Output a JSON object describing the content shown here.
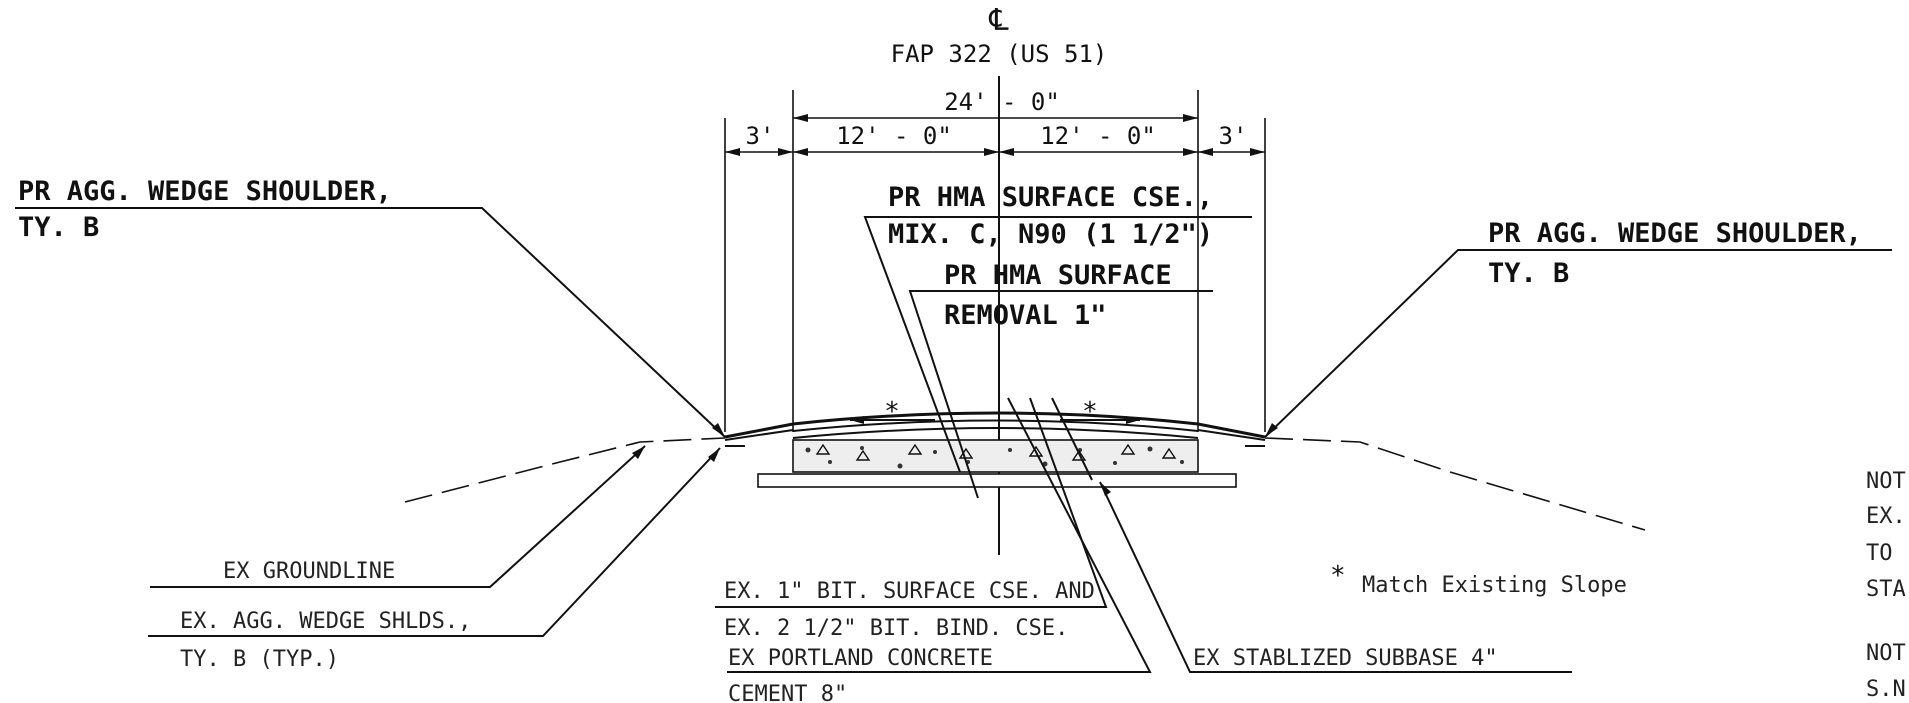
{
  "centerline": {
    "symbol": "℄",
    "route": "FAP 322 (US 51)"
  },
  "dimensions": {
    "total": "24' - 0\"",
    "left_shoulder": "3'",
    "left_lane": "12' - 0\"",
    "right_lane": "12' - 0\"",
    "right_shoulder": "3'"
  },
  "callouts": {
    "left_shoulder": [
      "PR AGG. WEDGE SHOULDER,",
      "TY. B"
    ],
    "right_shoulder": [
      "PR AGG. WEDGE SHOULDER,",
      "TY. B"
    ],
    "surface_course": [
      "PR HMA SURFACE CSE.,",
      "MIX. C, N90 (1 1/2\")"
    ],
    "surface_removal": [
      "PR HMA SURFACE",
      "REMOVAL 1\""
    ],
    "groundline": "EX   GROUNDLINE",
    "ex_shoulders": [
      "EX. AGG. WEDGE SHLDS.,",
      "TY. B (TYP.)"
    ],
    "ex_bit": [
      "EX. 1\" BIT. SURFACE CSE. AND",
      "EX. 2 1/2\" BIT. BIND. CSE."
    ],
    "ex_pcc": [
      "EX PORTLAND CONCRETE",
      "CEMENT 8\""
    ],
    "ex_subbase": "EX STABLIZED SUBBASE 4\""
  },
  "slope_note": {
    "symbol": "*",
    "text": "Match Existing Slope"
  },
  "notes_partial": [
    "NOT",
    "EX.",
    "TO",
    "STA",
    "NOT",
    "S.N"
  ]
}
